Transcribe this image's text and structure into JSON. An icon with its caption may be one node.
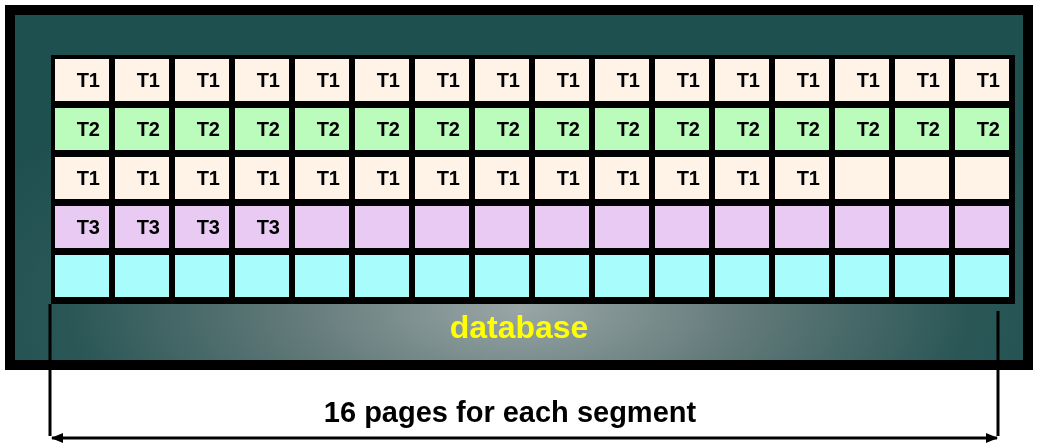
{
  "diagram": {
    "nodes": [
      {
        "text": [
          "database"
        ]
      },
      {
        "text": [
          "T1"
        ],
        "in": 0
      },
      {
        "text": [
          "T1"
        ],
        "in": 0
      },
      {
        "text": [
          "T1"
        ],
        "in": 0
      },
      {
        "text": [
          "T1"
        ],
        "in": 0
      },
      {
        "text": [
          "T1"
        ],
        "in": 0
      },
      {
        "text": [
          "T1"
        ],
        "in": 0
      },
      {
        "text": [
          "T1"
        ],
        "in": 0
      },
      {
        "text": [
          "T1"
        ],
        "in": 0
      },
      {
        "text": [
          "T1"
        ],
        "in": 0
      },
      {
        "text": [
          "T1"
        ],
        "in": 0
      },
      {
        "text": [
          "T1"
        ],
        "in": 0
      },
      {
        "text": [
          "T1"
        ],
        "in": 0
      },
      {
        "text": [
          "T1"
        ],
        "in": 0
      },
      {
        "text": [
          "T1"
        ],
        "in": 0
      },
      {
        "text": [
          "T1"
        ],
        "in": 0
      },
      {
        "text": [
          "T1"
        ],
        "in": 0
      },
      {
        "text": [
          "T2"
        ],
        "in": 0
      },
      {
        "text": [
          "T2"
        ],
        "in": 0
      },
      {
        "text": [
          "T2"
        ],
        "in": 0
      },
      {
        "text": [
          "T2"
        ],
        "in": 0
      },
      {
        "text": [
          "T2"
        ],
        "in": 0
      },
      {
        "text": [
          "T2"
        ],
        "in": 0
      },
      {
        "text": [
          "T2"
        ],
        "in": 0
      },
      {
        "text": [
          "T2"
        ],
        "in": 0
      },
      {
        "text": [
          "T2"
        ],
        "in": 0
      },
      {
        "text": [
          "T2"
        ],
        "in": 0
      },
      {
        "text": [
          "T2"
        ],
        "in": 0
      },
      {
        "text": [
          "T2"
        ],
        "in": 0
      },
      {
        "text": [
          "T2"
        ],
        "in": 0
      },
      {
        "text": [
          "T2"
        ],
        "in": 0
      },
      {
        "text": [
          "T2"
        ],
        "in": 0
      },
      {
        "text": [
          "T2"
        ],
        "in": 0
      },
      {
        "text": [
          "T1"
        ],
        "in": 0
      },
      {
        "text": [
          "T1"
        ],
        "in": 0
      },
      {
        "text": [
          "T1"
        ],
        "in": 0
      },
      {
        "text": [
          "T1"
        ],
        "in": 0
      },
      {
        "text": [
          "T1"
        ],
        "in": 0
      },
      {
        "text": [
          "T1"
        ],
        "in": 0
      },
      {
        "text": [
          "T1"
        ],
        "in": 0
      },
      {
        "text": [
          "T1"
        ],
        "in": 0
      },
      {
        "text": [
          "T1"
        ],
        "in": 0
      },
      {
        "text": [
          "T1"
        ],
        "in": 0
      },
      {
        "text": [
          "T1"
        ],
        "in": 0
      },
      {
        "text": [
          "T1"
        ],
        "in": 0
      },
      {
        "text": [
          "T1"
        ],
        "in": 0
      },
      {
        "text": [],
        "shape": "box",
        "in": 0
      },
      {
        "text": [],
        "shape": "box",
        "in": 0
      },
      {
        "text": [],
        "shape": "box",
        "in": 0
      },
      {
        "text": [
          "T3"
        ],
        "in": 0
      },
      {
        "text": [
          "T3"
        ],
        "in": 0
      },
      {
        "text": [
          "T3"
        ],
        "in": 0
      },
      {
        "text": [
          "T3"
        ],
        "in": 0
      },
      {
        "text": [],
        "shape": "box",
        "in": 0
      },
      {
        "text": [],
        "shape": "box",
        "in": 0
      },
      {
        "text": [],
        "shape": "box",
        "in": 0
      },
      {
        "text": [],
        "shape": "box",
        "in": 0
      },
      {
        "text": [],
        "shape": "box",
        "in": 0
      },
      {
        "text": [],
        "shape": "box",
        "in": 0
      },
      {
        "text": [],
        "shape": "box",
        "in": 0
      },
      {
        "text": [],
        "shape": "box",
        "in": 0
      },
      {
        "text": [],
        "shape": "box",
        "in": 0
      },
      {
        "text": [],
        "shape": "box",
        "in": 0
      },
      {
        "text": [],
        "shape": "box",
        "in": 0
      },
      {
        "text": [],
        "shape": "box",
        "in": 0
      },
      {
        "text": [],
        "shape": "box",
        "in": 0
      },
      {
        "text": [],
        "shape": "box",
        "in": 0
      },
      {
        "text": [],
        "shape": "box",
        "in": 0
      },
      {
        "text": [],
        "shape": "box",
        "in": 0
      },
      {
        "text": [],
        "shape": "box",
        "in": 0
      },
      {
        "text": [],
        "shape": "box",
        "in": 0
      },
      {
        "text": [],
        "shape": "box",
        "in": 0
      },
      {
        "text": [],
        "shape": "box",
        "in": 0
      },
      {
        "text": [],
        "shape": "box",
        "in": 0
      },
      {
        "text": [],
        "shape": "box",
        "in": 0
      },
      {
        "text": [],
        "shape": "box",
        "in": 0
      },
      {
        "text": [],
        "shape": "box",
        "in": 0
      },
      {
        "text": [],
        "shape": "box",
        "in": 0
      },
      {
        "text": [],
        "shape": "box",
        "in": 0
      },
      {
        "text": [],
        "shape": "box",
        "in": 0
      },
      {
        "text": [],
        "shape": "box",
        "in": 0
      }
    ],
    "labels": [
      "16 pages for each segment"
    ]
  }
}
